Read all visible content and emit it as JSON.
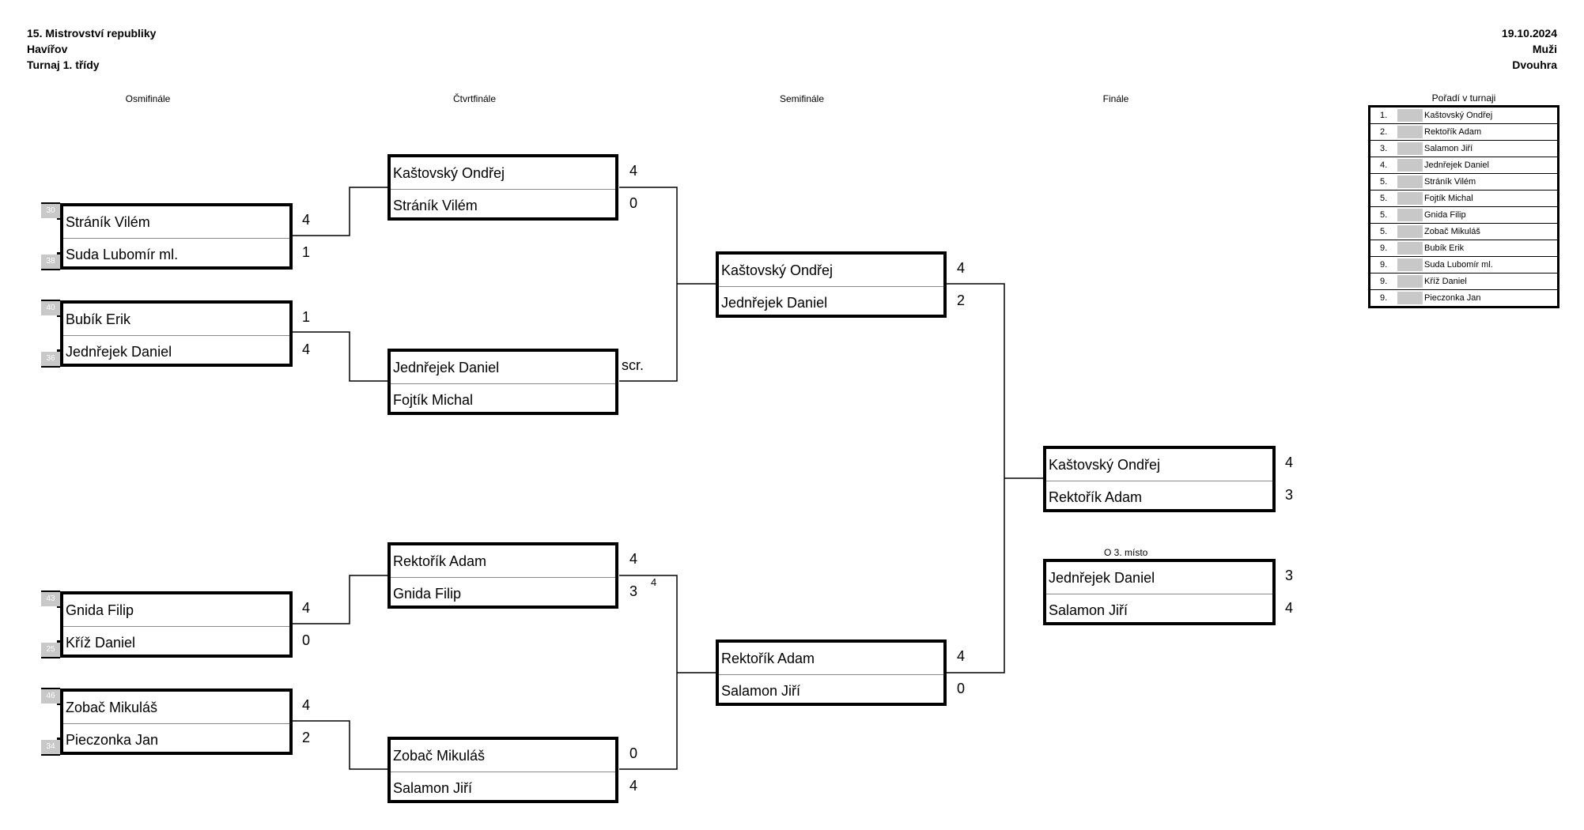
{
  "header": {
    "left": [
      "15. Mistrovství republiky",
      "Havířov",
      "Turnaj 1. třídy"
    ],
    "right": [
      "19.10.2024",
      "Muži",
      "Dvouhra"
    ]
  },
  "rounds": {
    "r16": "Osmifinále",
    "qf": "Čtvrtfinále",
    "sf": "Semifinále",
    "f": "Finále"
  },
  "r16": [
    {
      "p1": "Stráník Vilém",
      "s1": "4",
      "p2": "Suda Lubomír ml.",
      "s2": "1",
      "seed1": "30",
      "seed2": "38"
    },
    {
      "p1": "Bubík Erik",
      "s1": "1",
      "p2": "Jednřejek Daniel",
      "s2": "4",
      "seed1": "40",
      "seed2": "36"
    },
    {
      "p1": "Gnida Filip",
      "s1": "4",
      "p2": "Kříž Daniel",
      "s2": "0",
      "seed1": "43",
      "seed2": "25"
    },
    {
      "p1": "Zobač Mikuláš",
      "s1": "4",
      "p2": "Pieczonka Jan",
      "s2": "2",
      "seed1": "46",
      "seed2": "34"
    }
  ],
  "qf": [
    {
      "p1": "Kaštovský Ondřej",
      "s1": "4",
      "p2": "Stráník Vilém",
      "s2": "0"
    },
    {
      "p1": "Jednřejek Daniel",
      "s1": "scr.",
      "p2": "Fojtík Michal",
      "s2": ""
    },
    {
      "p1": "Rektořík Adam",
      "s1": "4",
      "p2": "Gnida Filip",
      "s2": "3"
    },
    {
      "p1": "Zobač Mikuláš",
      "s1": "0",
      "p2": "Salamon Jiří",
      "s2": "4"
    }
  ],
  "qf_note": "4",
  "sf": [
    {
      "p1": "Kaštovský Ondřej",
      "s1": "4",
      "p2": "Jednřejek Daniel",
      "s2": "2"
    },
    {
      "p1": "Rektořík Adam",
      "s1": "4",
      "p2": "Salamon Jiří",
      "s2": "0"
    }
  ],
  "final": {
    "p1": "Kaštovský Ondřej",
    "s1": "4",
    "p2": "Rektořík Adam",
    "s2": "3"
  },
  "third_label": "O 3. místo",
  "third": {
    "p1": "Jednřejek Daniel",
    "s1": "3",
    "p2": "Salamon Jiří",
    "s2": "4"
  },
  "ranking": {
    "title": "Pořadí v turnaji",
    "rows": [
      {
        "pos": "1.",
        "name": "Kaštovský Ondřej"
      },
      {
        "pos": "2.",
        "name": "Rektořík Adam"
      },
      {
        "pos": "3.",
        "name": "Salamon Jiří"
      },
      {
        "pos": "4.",
        "name": "Jednřejek Daniel"
      },
      {
        "pos": "5.",
        "name": "Stráník Vilém"
      },
      {
        "pos": "5.",
        "name": "Fojtík Michal"
      },
      {
        "pos": "5.",
        "name": "Gnida Filip"
      },
      {
        "pos": "5.",
        "name": "Zobač Mikuláš"
      },
      {
        "pos": "9.",
        "name": "Bubík Erik"
      },
      {
        "pos": "9.",
        "name": "Suda Lubomír ml."
      },
      {
        "pos": "9.",
        "name": "Kříž Daniel"
      },
      {
        "pos": "9.",
        "name": "Pieczonka Jan"
      }
    ]
  }
}
